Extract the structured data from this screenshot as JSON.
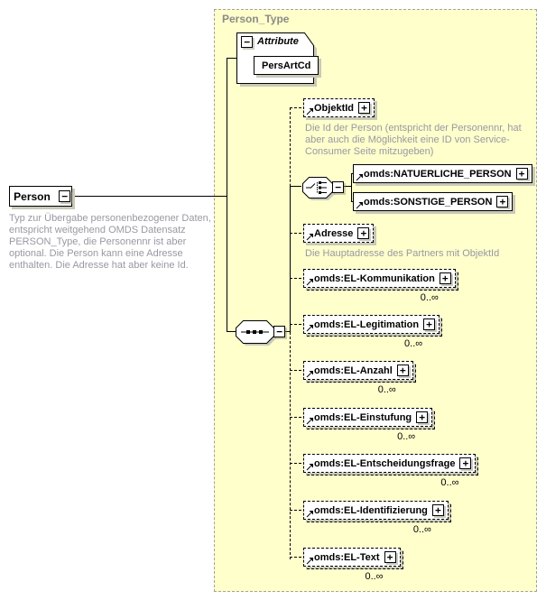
{
  "diagram": {
    "container": {
      "title": "Person_Type"
    },
    "root": {
      "name": "Person",
      "annotation": "Typ zur Übergabe personenbezogener Daten, entspricht weitgehend OMDS Datensatz PERSON_Type, die Personennr ist aber optional. Die Person kann eine Adresse enthalten. Die Adresse hat aber keine Id."
    },
    "attributes": {
      "section_label": "Attribute",
      "items": [
        {
          "name": "PersArtCd"
        }
      ]
    },
    "elements": {
      "objektid": {
        "name": "ObjektId",
        "annotation": "Die Id der Person (entspricht der Personennr, hat aber auch die Möglichkeit eine ID von Service-Consumer Seite mitzugeben)"
      },
      "adresse": {
        "name": "Adresse",
        "annotation": "Die Hauptadresse des Partners mit ObjektId"
      }
    },
    "choice_options": [
      {
        "name": "omds:NATUERLICHE_PERSON"
      },
      {
        "name": "omds:SONSTIGE_PERSON"
      }
    ],
    "multi_elements": [
      {
        "name": "omds:EL-Kommunikation",
        "cardinality": "0..∞"
      },
      {
        "name": "omds:EL-Legitimation",
        "cardinality": "0..∞"
      },
      {
        "name": "omds:EL-Anzahl",
        "cardinality": "0..∞"
      },
      {
        "name": "omds:EL-Einstufung",
        "cardinality": "0..∞"
      },
      {
        "name": "omds:EL-Entscheidungsfrage",
        "cardinality": "0..∞"
      },
      {
        "name": "omds:EL-Identifizierung",
        "cardinality": "0..∞"
      },
      {
        "name": "omds:EL-Text",
        "cardinality": "0..∞"
      }
    ],
    "icons": {
      "collapse_glyph": "−",
      "expand_glyph": "+"
    },
    "colors": {
      "container_fill": "#ffffcc",
      "container_border": "#a3a39a",
      "box_border": "#000000",
      "shadow": "#c9c9b8",
      "annotation_text": "#9898a2",
      "title_text": "#8b8b86"
    }
  }
}
